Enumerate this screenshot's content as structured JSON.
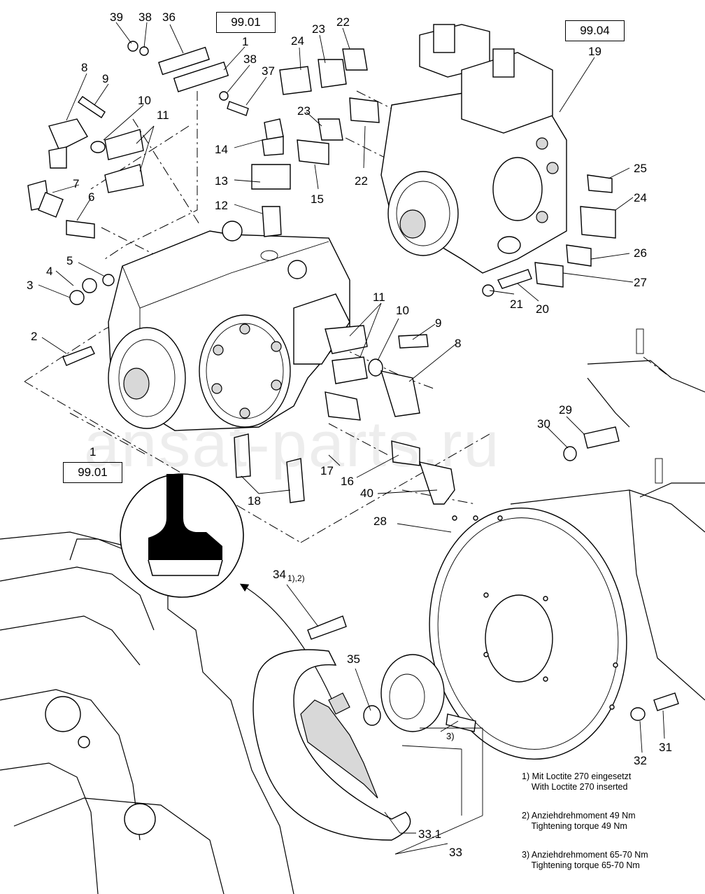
{
  "ref_boxes": {
    "top_center": "99.01",
    "top_right": "99.04",
    "bottom_left": "99.01"
  },
  "callouts": {
    "c39": "39",
    "c38a": "38",
    "c36": "36",
    "c1a": "1",
    "c38b": "38",
    "c37": "37",
    "c24a": "24",
    "c23a": "23",
    "c22a": "22",
    "c19": "19",
    "c8a": "8",
    "c9a": "9",
    "c10a": "10",
    "c11a": "11",
    "c14": "14",
    "c13": "13",
    "c12": "12",
    "c23b": "23",
    "c22b": "22",
    "c15": "15",
    "c25": "25",
    "c24b": "24",
    "c26": "26",
    "c27": "27",
    "c20": "20",
    "c21": "21",
    "c7": "7",
    "c6": "6",
    "c5": "5",
    "c4": "4",
    "c3": "3",
    "c2": "2",
    "c11b": "11",
    "c10b": "10",
    "c9b": "9",
    "c8b": "8",
    "c29": "29",
    "c30": "30",
    "c1b": "1",
    "c17": "17",
    "c16": "16",
    "c40": "40",
    "c18": "18",
    "c28": "28",
    "c34": "34",
    "c34note": "1),2)",
    "c35": "35",
    "c3note": "3)",
    "c31": "31",
    "c32": "32",
    "c33_1": "33.1",
    "c33": "33"
  },
  "notes": [
    "1) Mit Loctite 270 eingesetzt\n    With Loctite 270 inserted",
    "2) Anziehdrehmoment 49 Nm\n    Tightening torque 49 Nm",
    "3) Anziehdrehmoment 65-70 Nm\n    Tightening torque 65-70 Nm"
  ],
  "watermark": "ansat-parts.ru"
}
